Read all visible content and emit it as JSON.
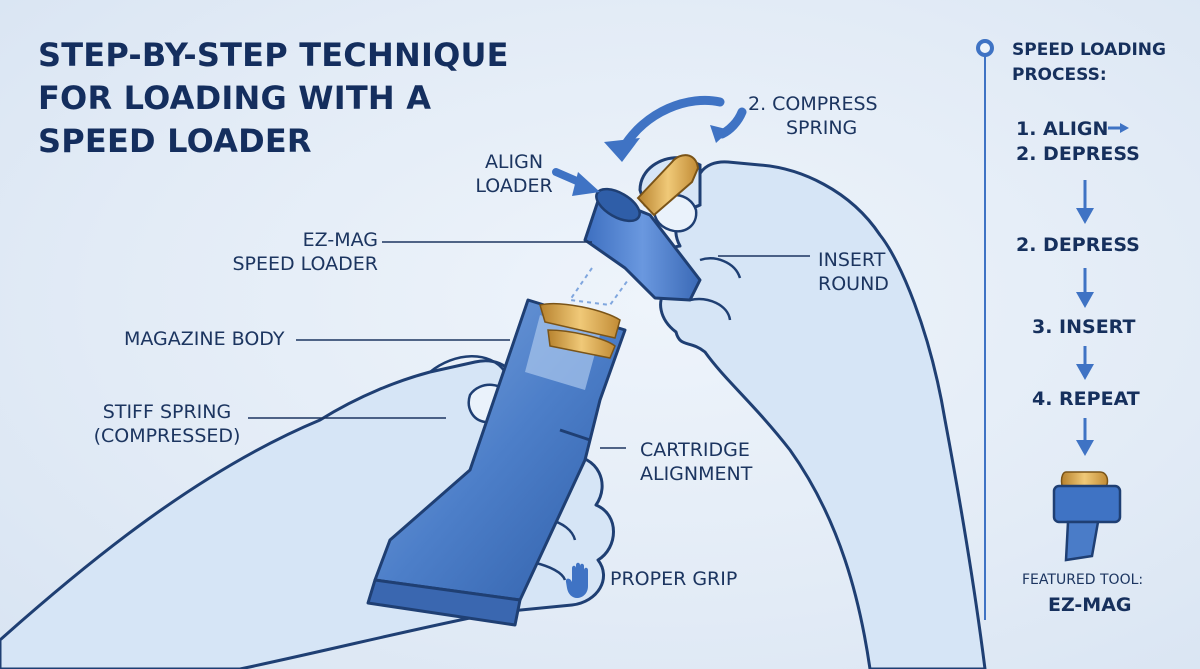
{
  "title": {
    "lines": [
      "STEP-BY-STEP TECHNIQUE",
      "FOR LOADING WITH A",
      "SPEED LOADER"
    ]
  },
  "labels": {
    "compress_spring": [
      "2. COMPRESS",
      "SPRING"
    ],
    "align_loader": [
      "ALIGN",
      "LOADER"
    ],
    "speed_loader": [
      "EZ-MAG",
      "SPEED LOADER"
    ],
    "insert_round": [
      "INSERT",
      "ROUND"
    ],
    "magazine_body": "MAGAZINE BODY",
    "stiff_spring": [
      "STIFF SPRING",
      "(COMPRESSED)"
    ],
    "cartridge_alignment": [
      "CARTRIDGE",
      "ALIGNMENT"
    ],
    "proper_grip": "PROPER GRIP"
  },
  "panel": {
    "title": [
      "SPEED LOADING",
      "PROCESS:"
    ],
    "steps": [
      "1. ALIGN",
      "2. DEPRESS",
      "2. DEPRESS",
      "3. INSERT",
      "4. REPEAT"
    ],
    "featured_label": "FEATURED TOOL:",
    "featured_name": "EZ-MAG"
  },
  "colors": {
    "ink": "#1c3560",
    "accent_blue": "#3f73c4",
    "hand_fill": "#dbe8f7",
    "hand_outline": "#1f3f73",
    "magazine": "#4a7cc8",
    "brass": "#d9a650"
  },
  "icons": [
    "curved-arrow-icon",
    "hand-icon",
    "down-arrow-icon",
    "right-arrow-icon",
    "timeline-node-icon"
  ]
}
